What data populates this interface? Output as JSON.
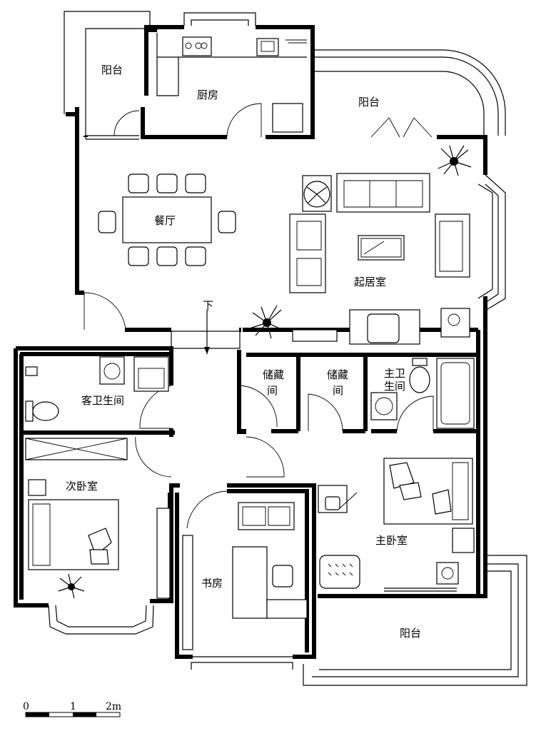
{
  "rooms": {
    "balcony_nw": "阳台",
    "kitchen": "厨房",
    "balcony_n": "阳台",
    "dining": "餐厅",
    "living": "起居室",
    "stair_down": "下",
    "guest_bath": "客卫生间",
    "storage_1a": "储藏",
    "storage_1b": "间",
    "storage_2a": "储藏",
    "storage_2b": "间",
    "master_bath_a": "主卫",
    "master_bath_b": "生间",
    "second_bedroom": "次卧室",
    "master_bedroom": "主卧室",
    "study": "书房",
    "balcony_se": "阳台"
  },
  "scale": {
    "tick_0": "0",
    "tick_1": "1",
    "tick_2": "2m"
  }
}
